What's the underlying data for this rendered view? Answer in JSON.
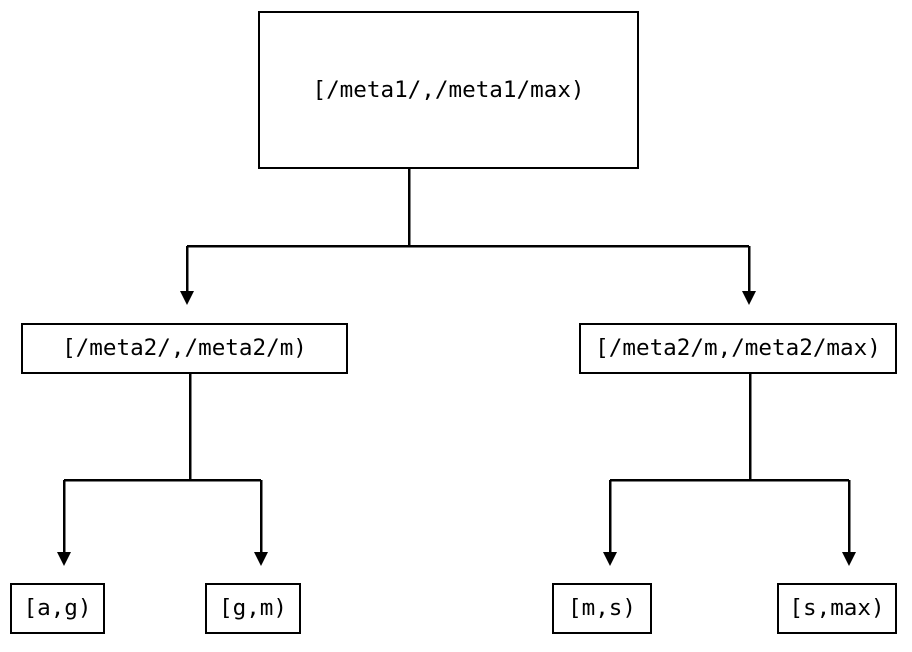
{
  "diagram": {
    "type": "tree",
    "background_color": "#ffffff",
    "line_color": "#000000",
    "text_color": "#000000",
    "nodes": {
      "root": {
        "id": "root",
        "label": "[/meta1/,/meta1/max)"
      },
      "mid_left": {
        "id": "mid-left",
        "label": "[/meta2/,/meta2/m)"
      },
      "mid_right": {
        "id": "mid-right",
        "label": "[/meta2/m,/meta2/max)"
      },
      "leaf_1": {
        "id": "leaf-a-g",
        "label": "[a,g)"
      },
      "leaf_2": {
        "id": "leaf-g-m",
        "label": "[g,m)"
      },
      "leaf_3": {
        "id": "leaf-m-s",
        "label": "[m,s)"
      },
      "leaf_4": {
        "id": "leaf-s-max",
        "label": "[s,max)"
      }
    },
    "edges": [
      {
        "from": "root",
        "to": "mid_left",
        "arrow": "down"
      },
      {
        "from": "root",
        "to": "mid_right",
        "arrow": "down"
      },
      {
        "from": "mid_left",
        "to": "leaf_1",
        "arrow": "down"
      },
      {
        "from": "mid_left",
        "to": "leaf_2",
        "arrow": "down"
      },
      {
        "from": "mid_right",
        "to": "leaf_3",
        "arrow": "down"
      },
      {
        "from": "mid_right",
        "to": "leaf_4",
        "arrow": "down"
      }
    ]
  }
}
